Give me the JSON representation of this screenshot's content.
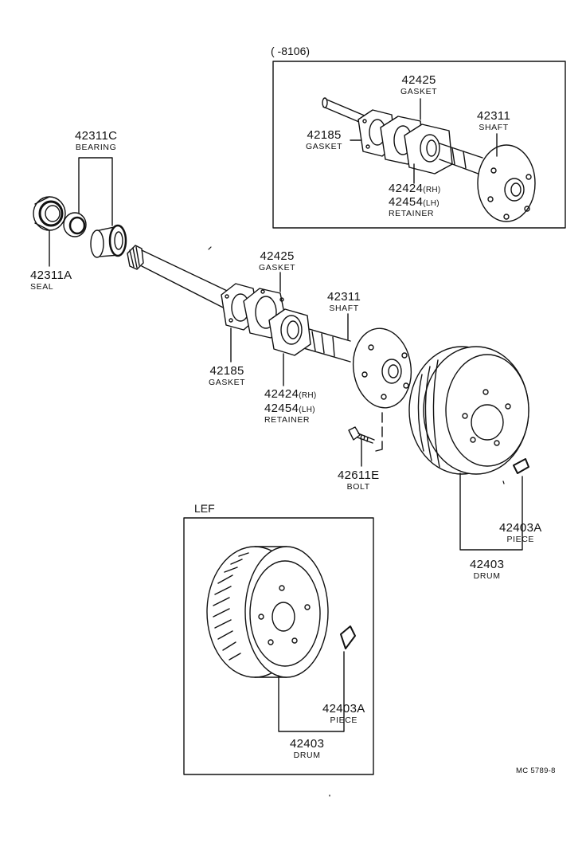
{
  "variant_box": {
    "header": "(      -8106)"
  },
  "lef_box": {
    "header": "LEF"
  },
  "drawing_code": "MC 5789-8",
  "parts": {
    "bearing_42311c": {
      "number": "42311C",
      "name": "BEARING"
    },
    "seal_42311a": {
      "number": "42311A",
      "name": "SEAL"
    },
    "gasket_42425_main": {
      "number": "42425",
      "name": "GASKET"
    },
    "shaft_42311_main": {
      "number": "42311",
      "name": "SHAFT"
    },
    "gasket_42185_main": {
      "number": "42185",
      "name": "GASKET"
    },
    "retainer_main": {
      "number_rh": "42424",
      "rh": "(RH)",
      "number_lh": "42454",
      "lh": "(LH)",
      "name": "RETAINER"
    },
    "bolt_42611e": {
      "number": "42611E",
      "name": "BOLT"
    },
    "piece_42403a_main": {
      "number": "42403A",
      "name": "PIECE"
    },
    "drum_42403_main": {
      "number": "42403",
      "name": "DRUM"
    },
    "gasket_42425_box": {
      "number": "42425",
      "name": "GASKET"
    },
    "gasket_42185_box": {
      "number": "42185",
      "name": "GASKET"
    },
    "shaft_42311_box": {
      "number": "42311",
      "name": "SHAFT"
    },
    "retainer_box": {
      "number_rh": "42424",
      "rh": "(RH)",
      "number_lh": "42454",
      "lh": "(LH)",
      "name": "RETAINER"
    },
    "piece_42403a_lef": {
      "number": "42403A",
      "name": "PIECE"
    },
    "drum_42403_lef": {
      "number": "42403",
      "name": "DRUM"
    }
  }
}
